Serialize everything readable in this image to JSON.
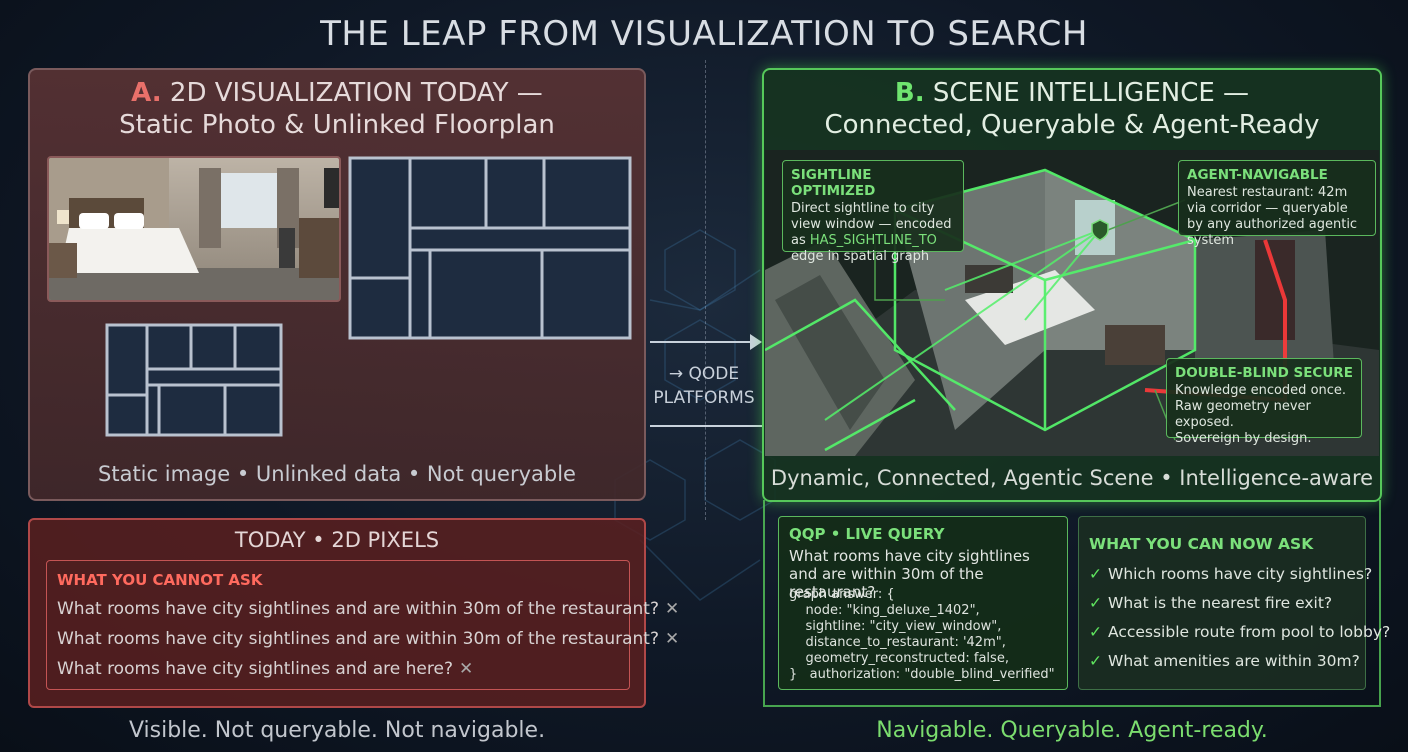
{
  "title": "THE LEAP FROM VISUALIZATION TO SEARCH",
  "panel_a": {
    "tag": "A.",
    "title_line1": "2D VISUALIZATION TODAY —",
    "title_line2": "Static Photo & Unlinked Floorplan",
    "caption": "Static image • Unlinked data • Not queryable"
  },
  "today": {
    "title": "TODAY • 2D PIXELS",
    "cannot_title": "WHAT YOU CANNOT ASK",
    "questions": [
      "What rooms have city sightlines and are within 30m of the restaurant?",
      "What rooms have city sightlines and are within 30m of the restaurant?",
      "What rooms have city sightlines and are here?"
    ],
    "x_mark": "✕"
  },
  "bottom_left": "Visible. Not queryable. Not navigable.",
  "middle": {
    "line1": "→ QODE",
    "line2": "PLATFORMS"
  },
  "panel_b": {
    "tag": "B.",
    "title_line1": "SCENE INTELLIGENCE —",
    "title_line2": "Connected, Queryable & Agent-Ready",
    "caption": "Dynamic, Connected, Agentic Scene • Intelligence-aware",
    "callouts": {
      "sightline": {
        "title": "SIGHTLINE OPTIMIZED",
        "text_a": "Direct sightline to city view window — encoded as",
        "code": "HAS_SIGHTLINE_TO",
        "text_b": "edge in spatial graph"
      },
      "agent": {
        "title": "AGENT-NAVIGABLE",
        "text": "Nearest restaurant: 42m via corridor — queryable by any authorized agentic system"
      },
      "secure": {
        "title": "DOUBLE-BLIND SECURE",
        "line1": "Knowledge encoded once.",
        "line2": "Raw geometry never exposed.",
        "line3": "Sovereign by design."
      }
    }
  },
  "qqp": {
    "title": "QQP • LIVE QUERY",
    "question": "What rooms have city sightlines and are within 30m of the restaurant?",
    "code": "graph answer: {\n    node: \"king_deluxe_1402\",\n    sightline: \"city_view_window\",\n    distance_to_restaurant: '42m\",\n    geometry_reconstructed: false,\n}   authorization: \"double_blind_verified\""
  },
  "ask": {
    "title": "WHAT YOU CAN NOW ASK",
    "check": "✓",
    "items": [
      "Which rooms have city sightlines?",
      "What is the nearest fire exit?",
      "Accessible route from pool to lobby?",
      "What amenities are within 30m?"
    ]
  },
  "bottom_right": "Navigable. Queryable. Agent-ready.",
  "colors": {
    "red_accent": "#e8706a",
    "green_accent": "#6fe46f",
    "red_border": "#b04848",
    "green_border": "#56c85a"
  }
}
